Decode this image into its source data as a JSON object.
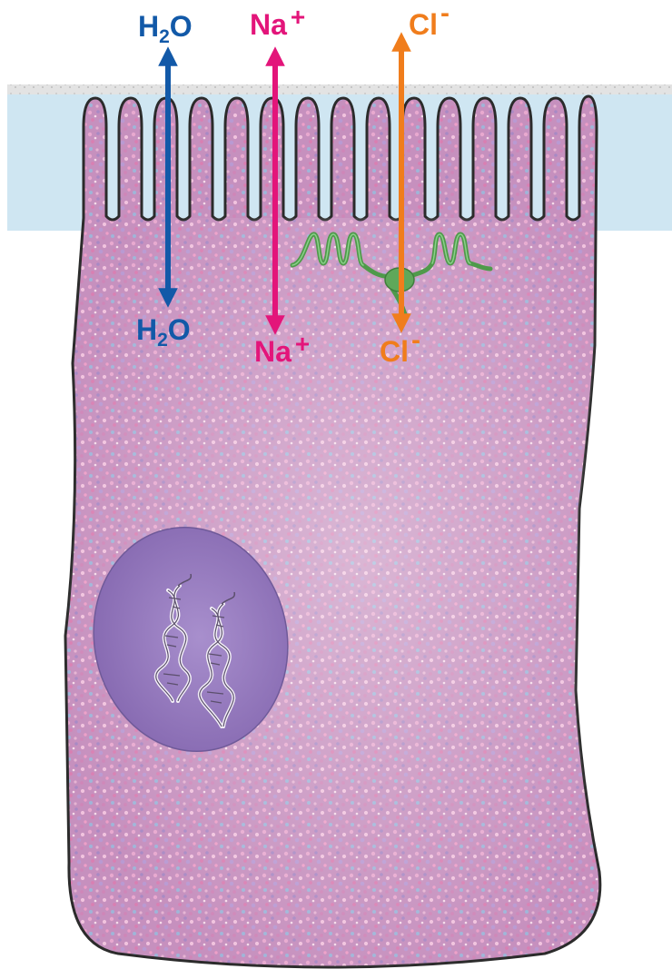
{
  "labels": {
    "water_top": {
      "main": "H",
      "sub": "2",
      "tail": "O"
    },
    "water_bottom": {
      "main": "H",
      "sub": "2",
      "tail": "O"
    },
    "sodium_top": {
      "main": "Na",
      "sup": "+"
    },
    "sodium_bottom": {
      "main": "Na",
      "sup": "+"
    },
    "chloride_top": {
      "main": "Cl",
      "sup": "-"
    },
    "chloride_bottom": {
      "main": "Cl",
      "sup": "-"
    }
  },
  "colors": {
    "water": "#1259a8",
    "sodium": "#e3157a",
    "chloride": "#f07d1c",
    "lumen": "#cfe6f2",
    "cytoplasm": "#c48dbd",
    "nucleus": "#9a7ec0",
    "channel_protein": "#5fa85a",
    "outline": "#2b2b2b"
  }
}
